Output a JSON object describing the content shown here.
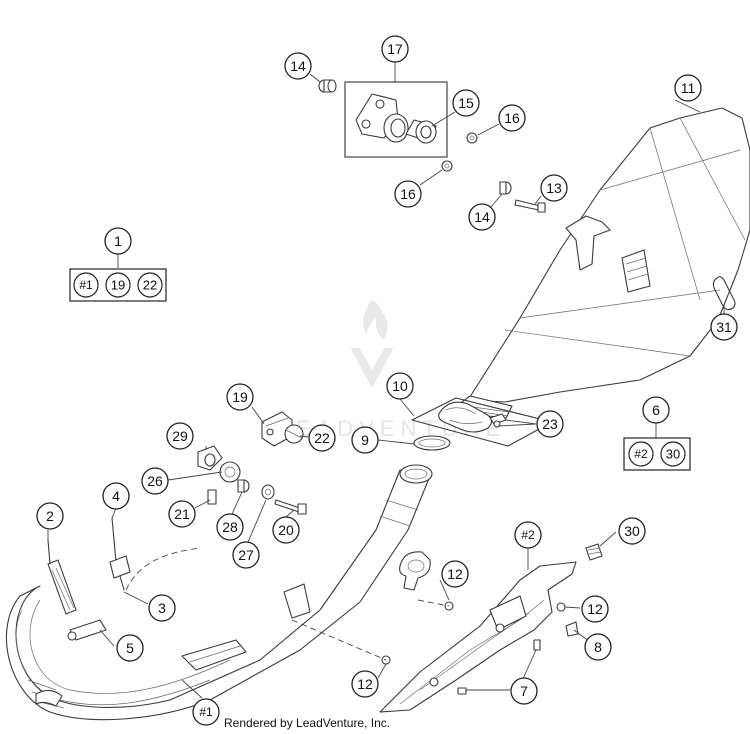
{
  "watermark": "LEADVENTURE",
  "footer": "Rendered by LeadVenture, Inc.",
  "callouts": {
    "c1": "1",
    "c2": "2",
    "c3": "3",
    "c4": "4",
    "c5": "5",
    "c6": "6",
    "c7a": "7",
    "c7b": "7",
    "c8": "8",
    "c9": "9",
    "c10": "10",
    "c11": "11",
    "c12a": "12",
    "c12b": "12",
    "c12c": "12",
    "c13": "13",
    "c14a": "14",
    "c14b": "14",
    "c15": "15",
    "c16a": "16",
    "c16b": "16",
    "c17": "17",
    "c19": "19",
    "c20": "20",
    "c21": "21",
    "c22": "22",
    "c23": "23",
    "c26": "26",
    "c27": "27",
    "c28": "28",
    "c29": "29",
    "c30": "30",
    "c31": "31",
    "h1": "#1",
    "h2": "#2"
  },
  "kits": {
    "kit1": [
      "#1",
      "19",
      "22"
    ],
    "kit6": [
      "#2",
      "30"
    ]
  }
}
